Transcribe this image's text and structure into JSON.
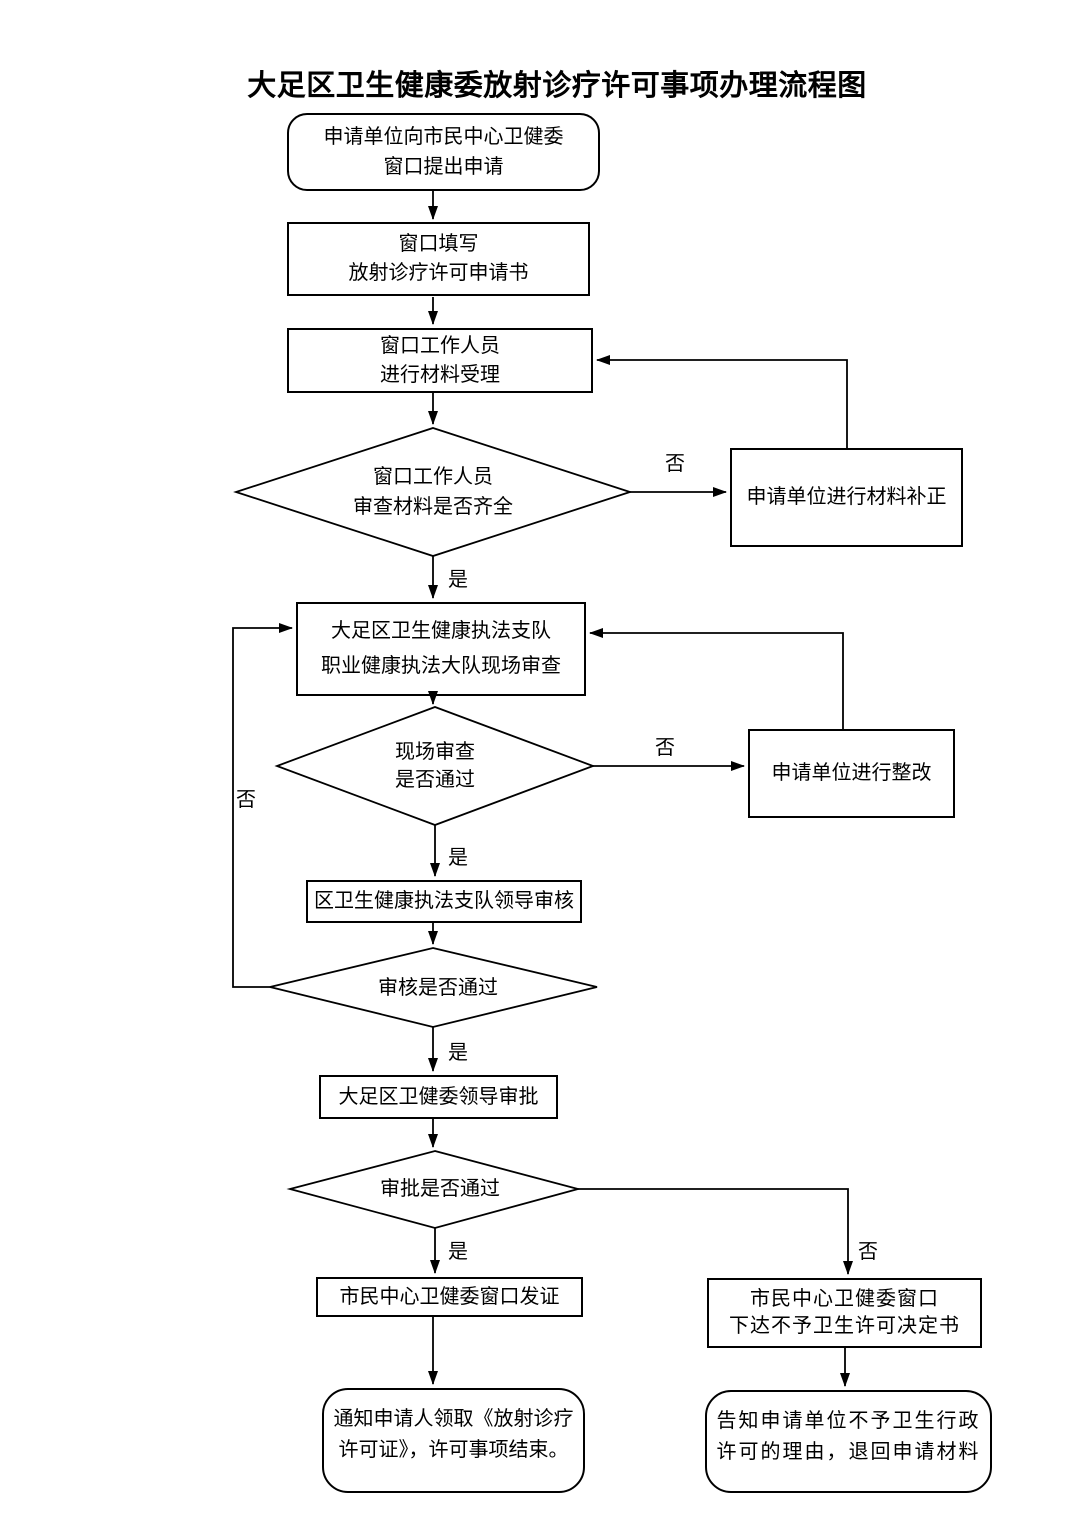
{
  "title": "大足区卫生健康委放射诊疗许可事项办理流程图",
  "colors": {
    "stroke": "#000000",
    "text": "#000000",
    "background": "#ffffff"
  },
  "labels": {
    "yes": "是",
    "no": "否"
  },
  "nodes": {
    "start": {
      "shape": "rounded-rect",
      "lines": [
        "申请单位向市民中心卫健委",
        "窗口提出申请"
      ]
    },
    "fill_form": {
      "shape": "rect",
      "lines": [
        "窗口填写",
        "放射诊疗许可申请书"
      ]
    },
    "accept_materials": {
      "shape": "rect",
      "lines": [
        "窗口工作人员",
        "进行材料受理"
      ]
    },
    "check_materials": {
      "shape": "diamond",
      "lines": [
        "窗口工作人员",
        "审查材料是否齐全"
      ]
    },
    "supplement": {
      "shape": "rect",
      "lines": [
        "申请单位进行材料补正"
      ]
    },
    "onsite_review": {
      "shape": "rect",
      "lines": [
        "大足区卫生健康执法支队",
        "职业健康执法大队现场审查"
      ]
    },
    "onsite_pass": {
      "shape": "diamond",
      "lines": [
        "现场审查",
        "是否通过"
      ]
    },
    "rectification": {
      "shape": "rect",
      "lines": [
        "申请单位进行整改"
      ]
    },
    "leader_audit": {
      "shape": "rect",
      "lines": [
        "区卫生健康执法支队领导审核"
      ]
    },
    "audit_pass": {
      "shape": "diamond",
      "lines": [
        "审核是否通过"
      ]
    },
    "leader_approval": {
      "shape": "rect",
      "lines": [
        "大足区卫健委领导审批"
      ]
    },
    "approval_pass": {
      "shape": "diamond",
      "lines": [
        "审批是否通过"
      ]
    },
    "issue_license": {
      "shape": "rect",
      "lines": [
        "市民中心卫健委窗口发证"
      ]
    },
    "end_success": {
      "shape": "rounded-rect",
      "lines": [
        "通知申请人领取《放射诊疗",
        "许可证》，许可事项结束。"
      ]
    },
    "deny_decision": {
      "shape": "rect",
      "lines": [
        "市民中心卫健委窗口",
        "下达不予卫生许可决定书"
      ]
    },
    "end_deny": {
      "shape": "rounded-rect",
      "lines": [
        "告知申请单位不予卫生行政",
        "许可的理由，退回申请材料"
      ]
    }
  }
}
